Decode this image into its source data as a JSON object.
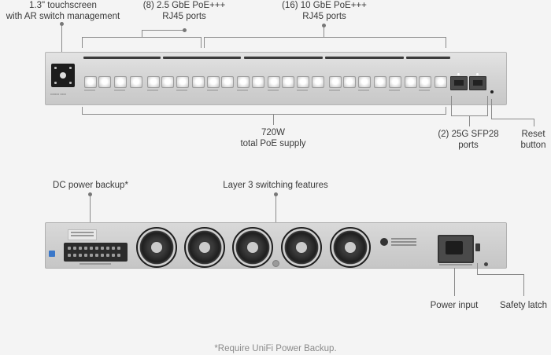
{
  "labels": {
    "touchscreen": [
      "1.3\" touchscreen",
      "with AR switch management"
    ],
    "poe_2_5": [
      "(8) 2.5 GbE PoE+++",
      "RJ45 ports"
    ],
    "poe_10": [
      "(16) 10 GbE PoE+++",
      "RJ45 ports"
    ],
    "poe_supply": [
      "720W",
      "total PoE supply"
    ],
    "sfp": [
      "(2) 25G SFP28",
      "ports"
    ],
    "reset": [
      "Reset",
      "button"
    ],
    "dc_backup": "DC power backup*",
    "layer3": "Layer 3 switching features",
    "power_input": "Power input",
    "safety_latch": "Safety latch"
  },
  "footnote": "*Require UniFi Power Backup.",
  "device": {
    "front": {
      "rj45_2_5g_ports": 8,
      "rj45_10g_ports": 16,
      "sfp28_ports": 2,
      "touchscreen_icon": "touchscreen-icon"
    },
    "back": {
      "fans": 5,
      "logo_icon": "ubiquiti-logo-icon"
    }
  },
  "colors": {
    "chassis": "#d2d2d2",
    "callout_line": "#8a8a8a",
    "text": "#3a3a3a",
    "background": "#f4f4f4"
  }
}
